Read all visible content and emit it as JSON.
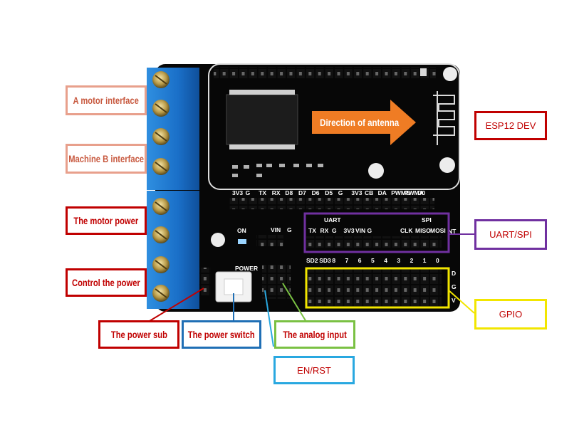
{
  "labels": {
    "a_motor": "A motor interface",
    "machine_b": "Machine B interface",
    "motor_power": "The motor power",
    "control_power": "Control the power",
    "power_sub": "The power sub",
    "power_switch": "The power switch",
    "analog_input": "The analog input",
    "en_rst": "EN/RST",
    "esp12": "ESP12 DEV",
    "uart_spi": "UART/SPI",
    "gpio": "GPIO"
  },
  "board": {
    "antenna_text": "Direction of antenna",
    "top_pins": [
      "3V3",
      "G",
      "TX",
      "RX",
      "D8",
      "D7",
      "D6",
      "D5",
      "G",
      "3V3",
      "CB",
      "DA",
      "PWMB",
      "PWMA",
      "D0"
    ],
    "uart_title": "UART",
    "spi_title": "SPI",
    "uart_pins": [
      "TX",
      "RX",
      "G",
      "3V3",
      "VIN",
      "G"
    ],
    "spi_pins": [
      "CLK",
      "MISO",
      "MOSI"
    ],
    "int_label": "NT",
    "on_label": "ON",
    "vin_label": "VIN",
    "g_label": "G",
    "power_label": "POWER",
    "gpio_pins": [
      "SD2",
      "SD3",
      "8",
      "7",
      "6",
      "5",
      "4",
      "3",
      "2",
      "1",
      "0"
    ],
    "right_edge": [
      "D",
      "G",
      "V"
    ]
  },
  "colors": {
    "a_motor": "#e8a08c",
    "machine_b": "#e8a08c",
    "motor_power": "#c00000",
    "control_power": "#c00000",
    "power_sub": "#c00000",
    "power_switch": "#1f6fb5",
    "analog_input": "#7ac143",
    "en_rst": "#29a8e0",
    "esp12": "#c00000",
    "uart_spi": "#7030a0",
    "gpio": "#f2e600"
  }
}
